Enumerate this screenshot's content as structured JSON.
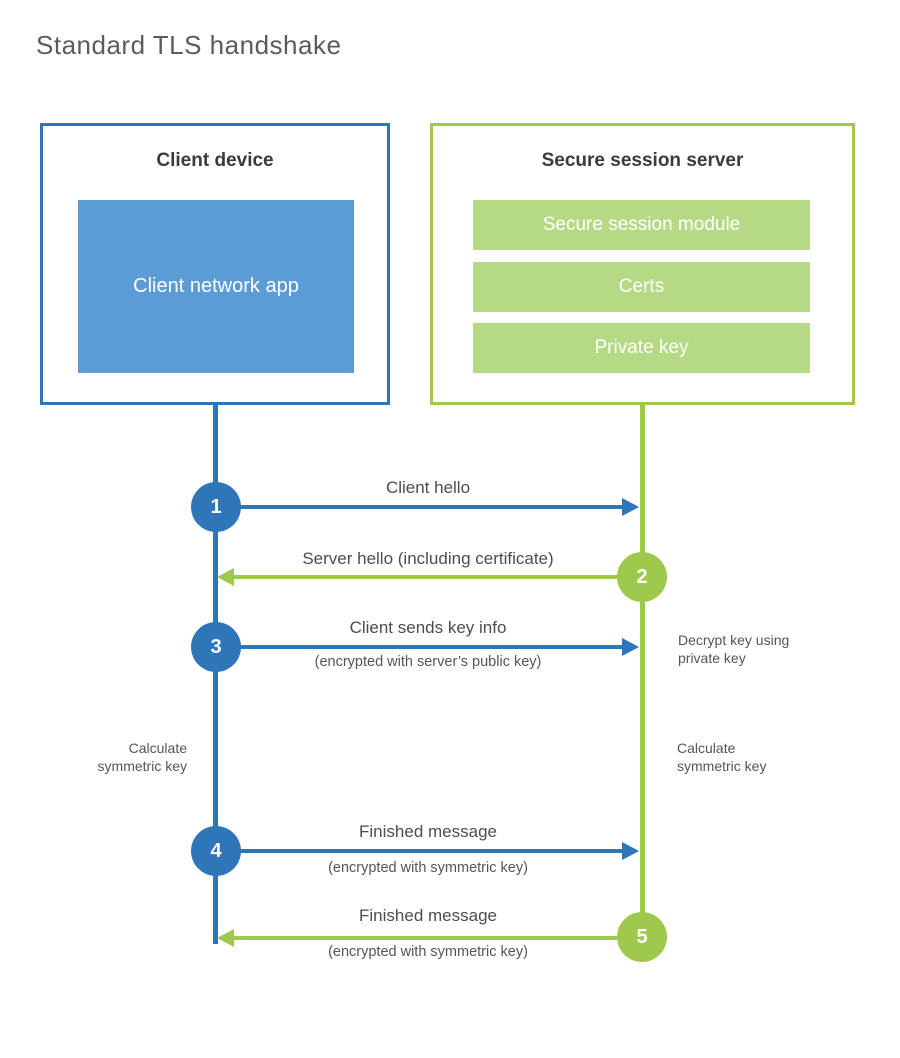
{
  "title": "Standard TLS handshake",
  "colors": {
    "blue": "#2e75ba",
    "blue_light": "#5b9cd6",
    "green": "#9ec94c",
    "green_light": "#b6d985"
  },
  "client": {
    "title": "Client device",
    "app": "Client network app"
  },
  "server": {
    "title": "Secure session server",
    "modules": [
      "Secure session module",
      "Certs",
      "Private key"
    ]
  },
  "messages": [
    {
      "num": "1",
      "label": "Client hello",
      "sub": ""
    },
    {
      "num": "2",
      "label": "Server hello (including certificate)",
      "sub": ""
    },
    {
      "num": "3",
      "label": "Client sends key info",
      "sub": "(encrypted with server’s public key)"
    },
    {
      "num": "4",
      "label": "Finished message",
      "sub": "(encrypted with symmetric key)"
    },
    {
      "num": "5",
      "label": "Finished message",
      "sub": "(encrypted with symmetric key)"
    }
  ],
  "notes": {
    "decrypt": "Decrypt key using\nprivate key",
    "calc_client": "Calculate\nsymmetric key",
    "calc_server": "Calculate\nsymmetric key"
  }
}
